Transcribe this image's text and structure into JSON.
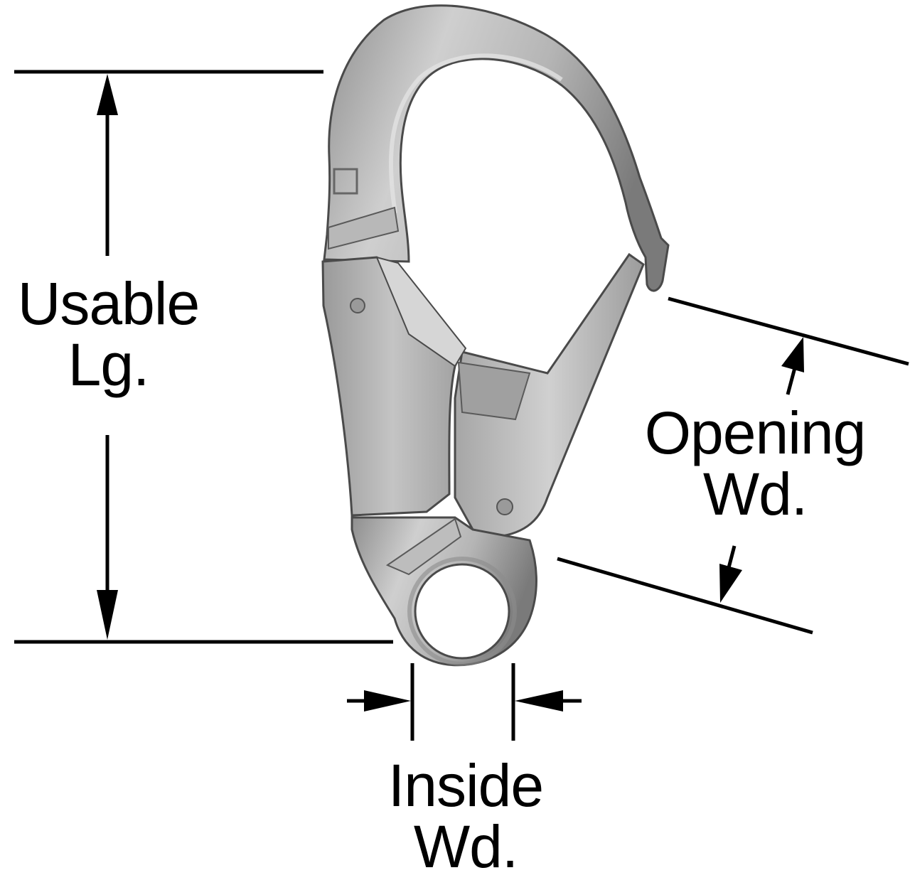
{
  "labels": {
    "usable_length": {
      "line1": "Usable",
      "line2": "Lg."
    },
    "opening_width": {
      "line1": "Opening",
      "line2": "Wd."
    },
    "inside_width": {
      "line1": "Inside",
      "line2": "Wd."
    }
  },
  "colors": {
    "dimension_line": "#000000",
    "metal_light": "#c9c9c9",
    "metal_mid": "#a9a9a9",
    "metal_dark": "#5e5e5e",
    "background": "#ffffff"
  },
  "icons": {
    "subject": "snap-hook-icon",
    "arrow": "arrowhead-icon"
  }
}
